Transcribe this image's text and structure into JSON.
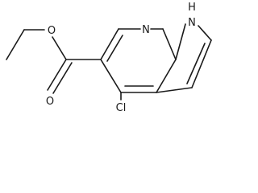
{
  "molecule": {
    "atoms": {
      "ring_n": "N",
      "nh": "NH",
      "nh_h": "H",
      "nh_n": "N",
      "chloro": "Cl",
      "carbonyl_o": "O",
      "ester_o": "O"
    },
    "colors": {
      "bond": "#1a1a1a",
      "text": "#1a1a1a",
      "background": "#ffffff"
    }
  }
}
